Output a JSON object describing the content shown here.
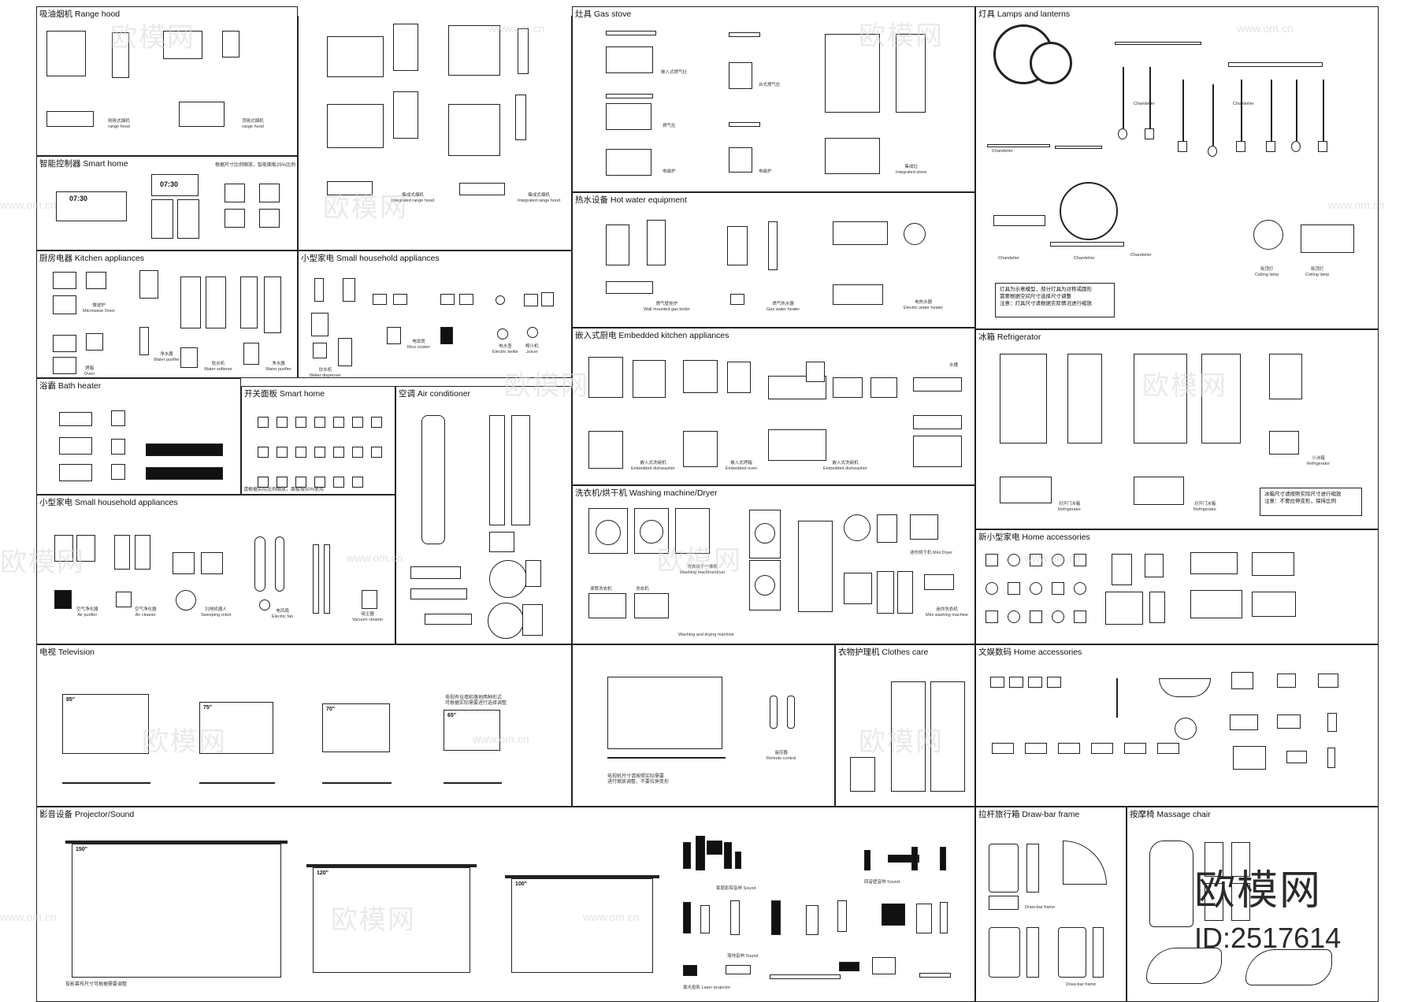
{
  "sections": {
    "range_hood": "吸油烟机 Range hood",
    "smart_home_controller": "智能控制器 Smart home",
    "kitchen_appliances": "厨房电器 Kitchen appliances",
    "small_household": "小型家电 Small household appliances",
    "bath_heater": "浴霸 Bath heater",
    "switch_panel": "开关面板 Smart home",
    "air_conditioner": "空调 Air conditioner",
    "small_household_2": "小型家电 Small household appliances",
    "gas_stove": "灶具 Gas stove",
    "hot_water": "热水设备 Hot water equipment",
    "embedded_kitchen": "嵌入式厨电 Embedded kitchen appliances",
    "washing_machine": "洗衣机/烘干机 Washing machine/Dryer",
    "lamps": "灯具 Lamps and lanterns",
    "refrigerator": "冰箱 Refrigerator",
    "home_accessories": "新小型家电 Home accessories",
    "television": "电视 Television",
    "clothes_care": "衣物护理机 Clothes care",
    "digital_accessories": "文娱数码 Home accessories",
    "projector_sound": "影音设备 Projector/Sound",
    "draw_bar": "拉杆旅行箱 Draw-bar frame",
    "massage_chair": "按摩椅 Massage chair"
  },
  "labels": {
    "range_hood_1": "侧吸式烟机\nrange hood",
    "range_hood_2": "顶吸式烟机\nrange hood",
    "integrated_hood_1": "集成式烟机\nIntegrated range hood",
    "integrated_hood_2": "集成式烟机\nIntegrated range hood",
    "smart_clock_1": "07:30",
    "smart_clock_2": "07:30",
    "microwave": "微波炉\nMicrowave Oven",
    "oven": "烤箱\nOven",
    "water_purifier": "净水器\nWater purifier",
    "water_softener": "软水机\nWater softener",
    "water_purifier_2": "净水器\nWater purifier",
    "rice_cooker": "电饭煲\nRice cooker",
    "electric_kettle": "电水壶\nElectric kettle",
    "juicer": "榨汁机\nJuicer",
    "water_dispenser": "饮水机\nWater dispenser",
    "air_purifier": "空气净化器\nAir purifier",
    "air_cleaner": "空气净化器\nAir cleaner",
    "sweeping_robot": "扫地机器人\nSweeping robot",
    "electric_fan": "电风扇\nElectric fan",
    "vacuum_cleaner": "吸尘器\nVacuum cleaner",
    "gas_stove_1": "嵌入式燃气灶",
    "gas_stove_2": "台式燃气灶",
    "gas_stove_3": "燃气灶",
    "induction": "电磁炉",
    "induction_2": "电磁炉",
    "integrated_stove": "集成灶\nIntegrated stove",
    "gas_boiler": "燃气壁挂炉\nWall mounted gas boiler",
    "gas_heater": "燃气热水器\nGas water heater",
    "electric_heater": "电热水器\nElectric water heater",
    "dishwasher": "嵌入式洗碗机\nEmbedded dishwasher",
    "embedded_oven": "嵌入式烤箱\nEmbedded oven",
    "embedded_dishwasher_2": "嵌入式洗碗机\nEmbedded dishwasher",
    "sink": "水槽",
    "washer_front": "滚筒洗衣机",
    "washer_top": "洗衣机",
    "washer_dryer": "洗衣烘干一体机\nWashing machine/dryer",
    "washing_drying": "Washing and drying machine",
    "mini_dryer": "迷你烘干机 Mini Dryer",
    "mini_washer": "迷你洗衣机\nMini washing machine",
    "chandelier": "Chandelier",
    "ceiling_lamp": "吸顶灯\nCeiling lamp",
    "fridge": "对开门冰箱\nRefrigerator",
    "fridge_2": "对开门冰箱\nRefrigerator",
    "fridge_3": "小冰箱\nRefrigerator",
    "tv_85": "85\"",
    "tv_75": "75\"",
    "tv_70": "70\"",
    "tv_65": "65\"",
    "tv_note": "电视有挂墙和落地两种形式\n可根据实际需要进行选择调整",
    "tv_note_2": "电视机尺寸请按照实际需要\n进行缩放调整，不要拉伸变形",
    "remote": "遥控器\nRemote control",
    "screen_150": "150\"",
    "screen_120": "120\"",
    "screen_100": "100\"",
    "screen_note": "投影幕布尺寸可根据需要调整",
    "sound_1": "家庭影院音响 Sound",
    "sound_2": "回音壁音响 Sound",
    "sound_3": "落地音响 Sound",
    "laser_projector": "激光投影 Laser projector",
    "drawbar_1": "Draw-bar frame",
    "drawbar_2": "Draw-bar frame",
    "smart_note": "根据尺寸比例缩放，智能面板25%比例",
    "switch_note": "请根据实际比例缩放，面板按50%使用",
    "lamp_note": "灯具为示意模型，部分灯具为对称或圆形\n需要根据空间尺寸选择尺寸调整\n注意：灯具尺寸请根据实际情况进行缩放",
    "fridge_note": "冰箱尺寸请按照实际尺寸进行缩放\n注意：不要拉伸变形，保持比例",
    "massage_note": ""
  },
  "brand": {
    "name": "欧模网",
    "id": "ID:2517614",
    "watermark_cn": "欧模网",
    "watermark_url": "www.om.cn"
  }
}
